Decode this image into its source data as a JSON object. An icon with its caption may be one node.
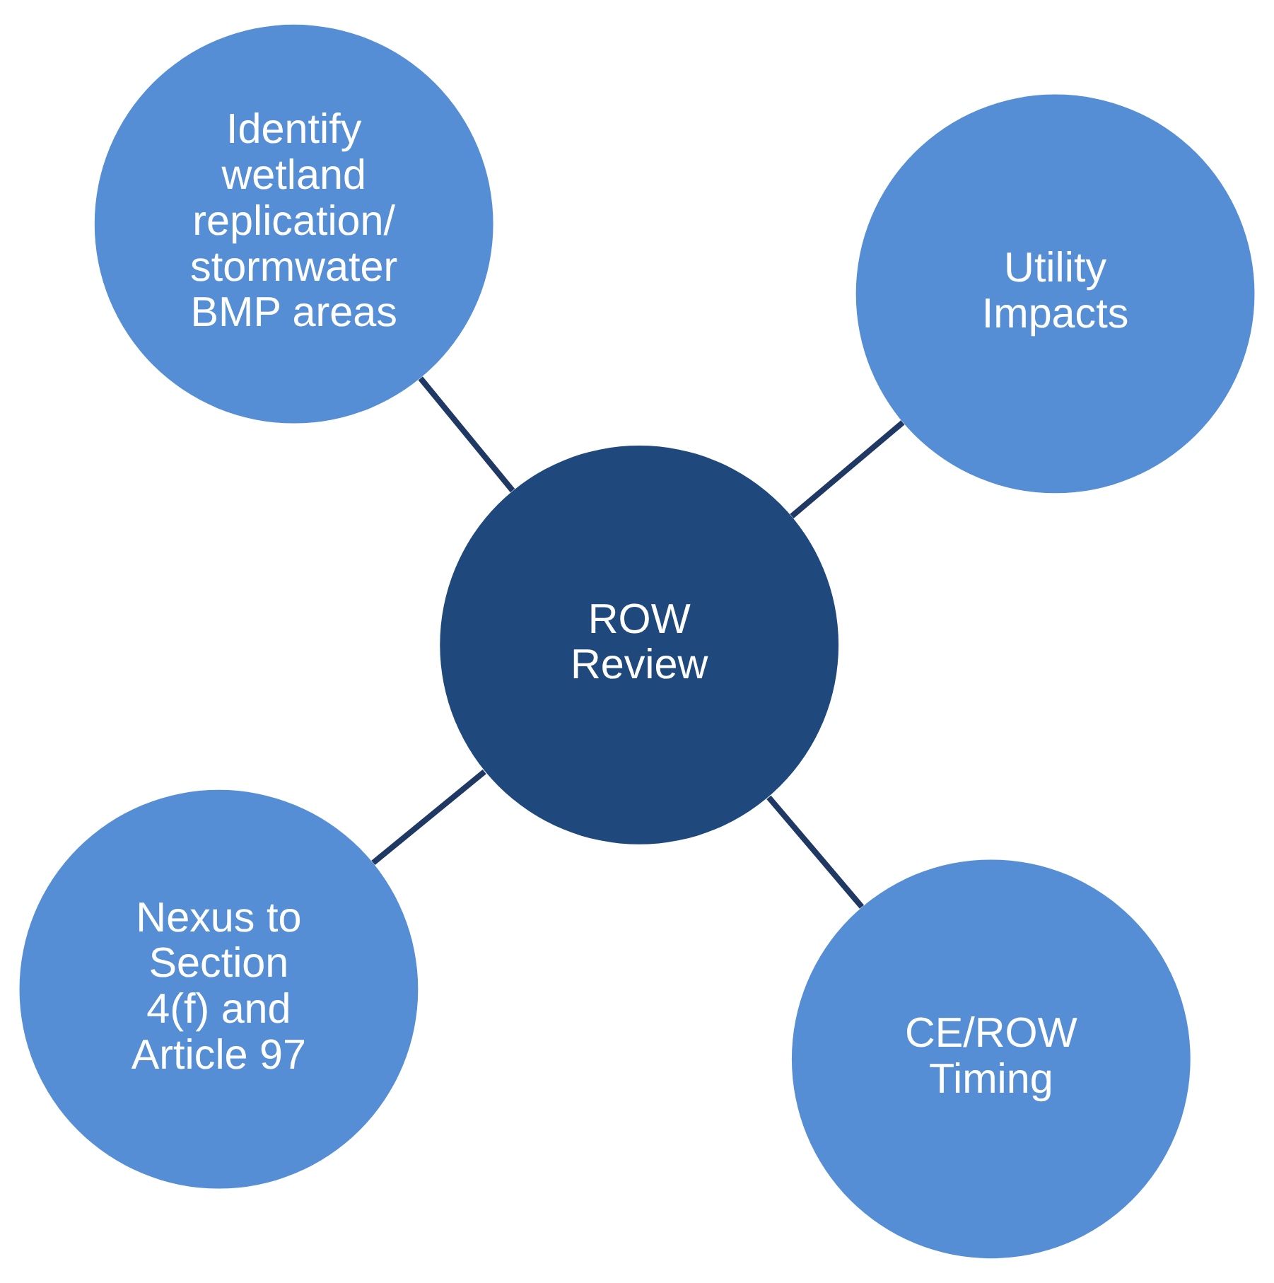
{
  "diagram": {
    "nodes": [
      {
        "text": [
          "Nexus to Section 4(f) and Article 97"
        ]
      },
      {
        "text": [
          "CE/ROW Timing"
        ]
      },
      {
        "text": [
          "ROW Review"
        ]
      },
      {
        "text": [
          "Identify wetland replication/ stormwater BMP areas"
        ]
      },
      {
        "text": [
          "Utility Impacts"
        ]
      }
    ],
    "edges": [
      {
        "from": 2,
        "to": 0,
        "arrow": "none"
      },
      {
        "from": 2,
        "to": 1,
        "arrow": "none"
      },
      {
        "from": 2,
        "to": 3,
        "arrow": "none"
      },
      {
        "from": 2,
        "to": 4,
        "arrow": "none"
      }
    ]
  }
}
